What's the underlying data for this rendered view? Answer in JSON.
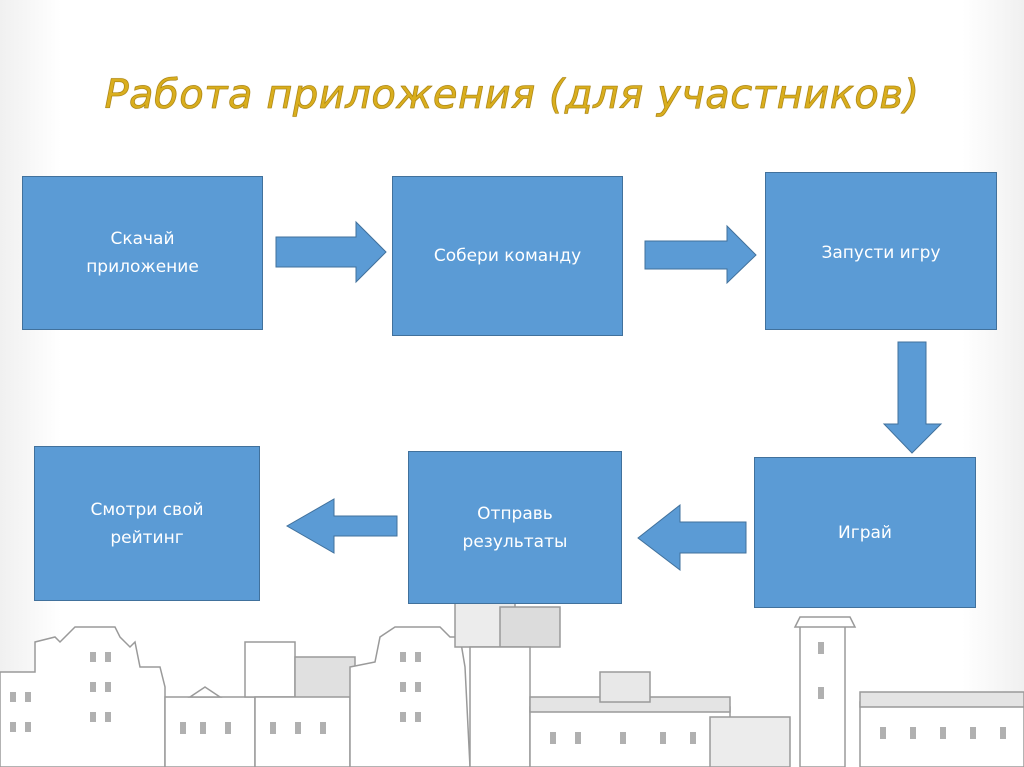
{
  "title": "Работа приложения (для участников)",
  "steps": [
    {
      "line1": "Скачай",
      "line2": "приложение"
    },
    {
      "line1": "Собери команду",
      "line2": ""
    },
    {
      "line1": "Запусти игру",
      "line2": ""
    },
    {
      "line1": "Играй",
      "line2": ""
    },
    {
      "line1": "Отправь",
      "line2": "результаты"
    },
    {
      "line1": "Смотри свой",
      "line2": "рейтинг"
    }
  ],
  "colors": {
    "box_fill": "#5b9bd5",
    "box_border": "#41719c",
    "title": "#d9ae1e"
  },
  "background_icon": "city-skyline-illustration"
}
